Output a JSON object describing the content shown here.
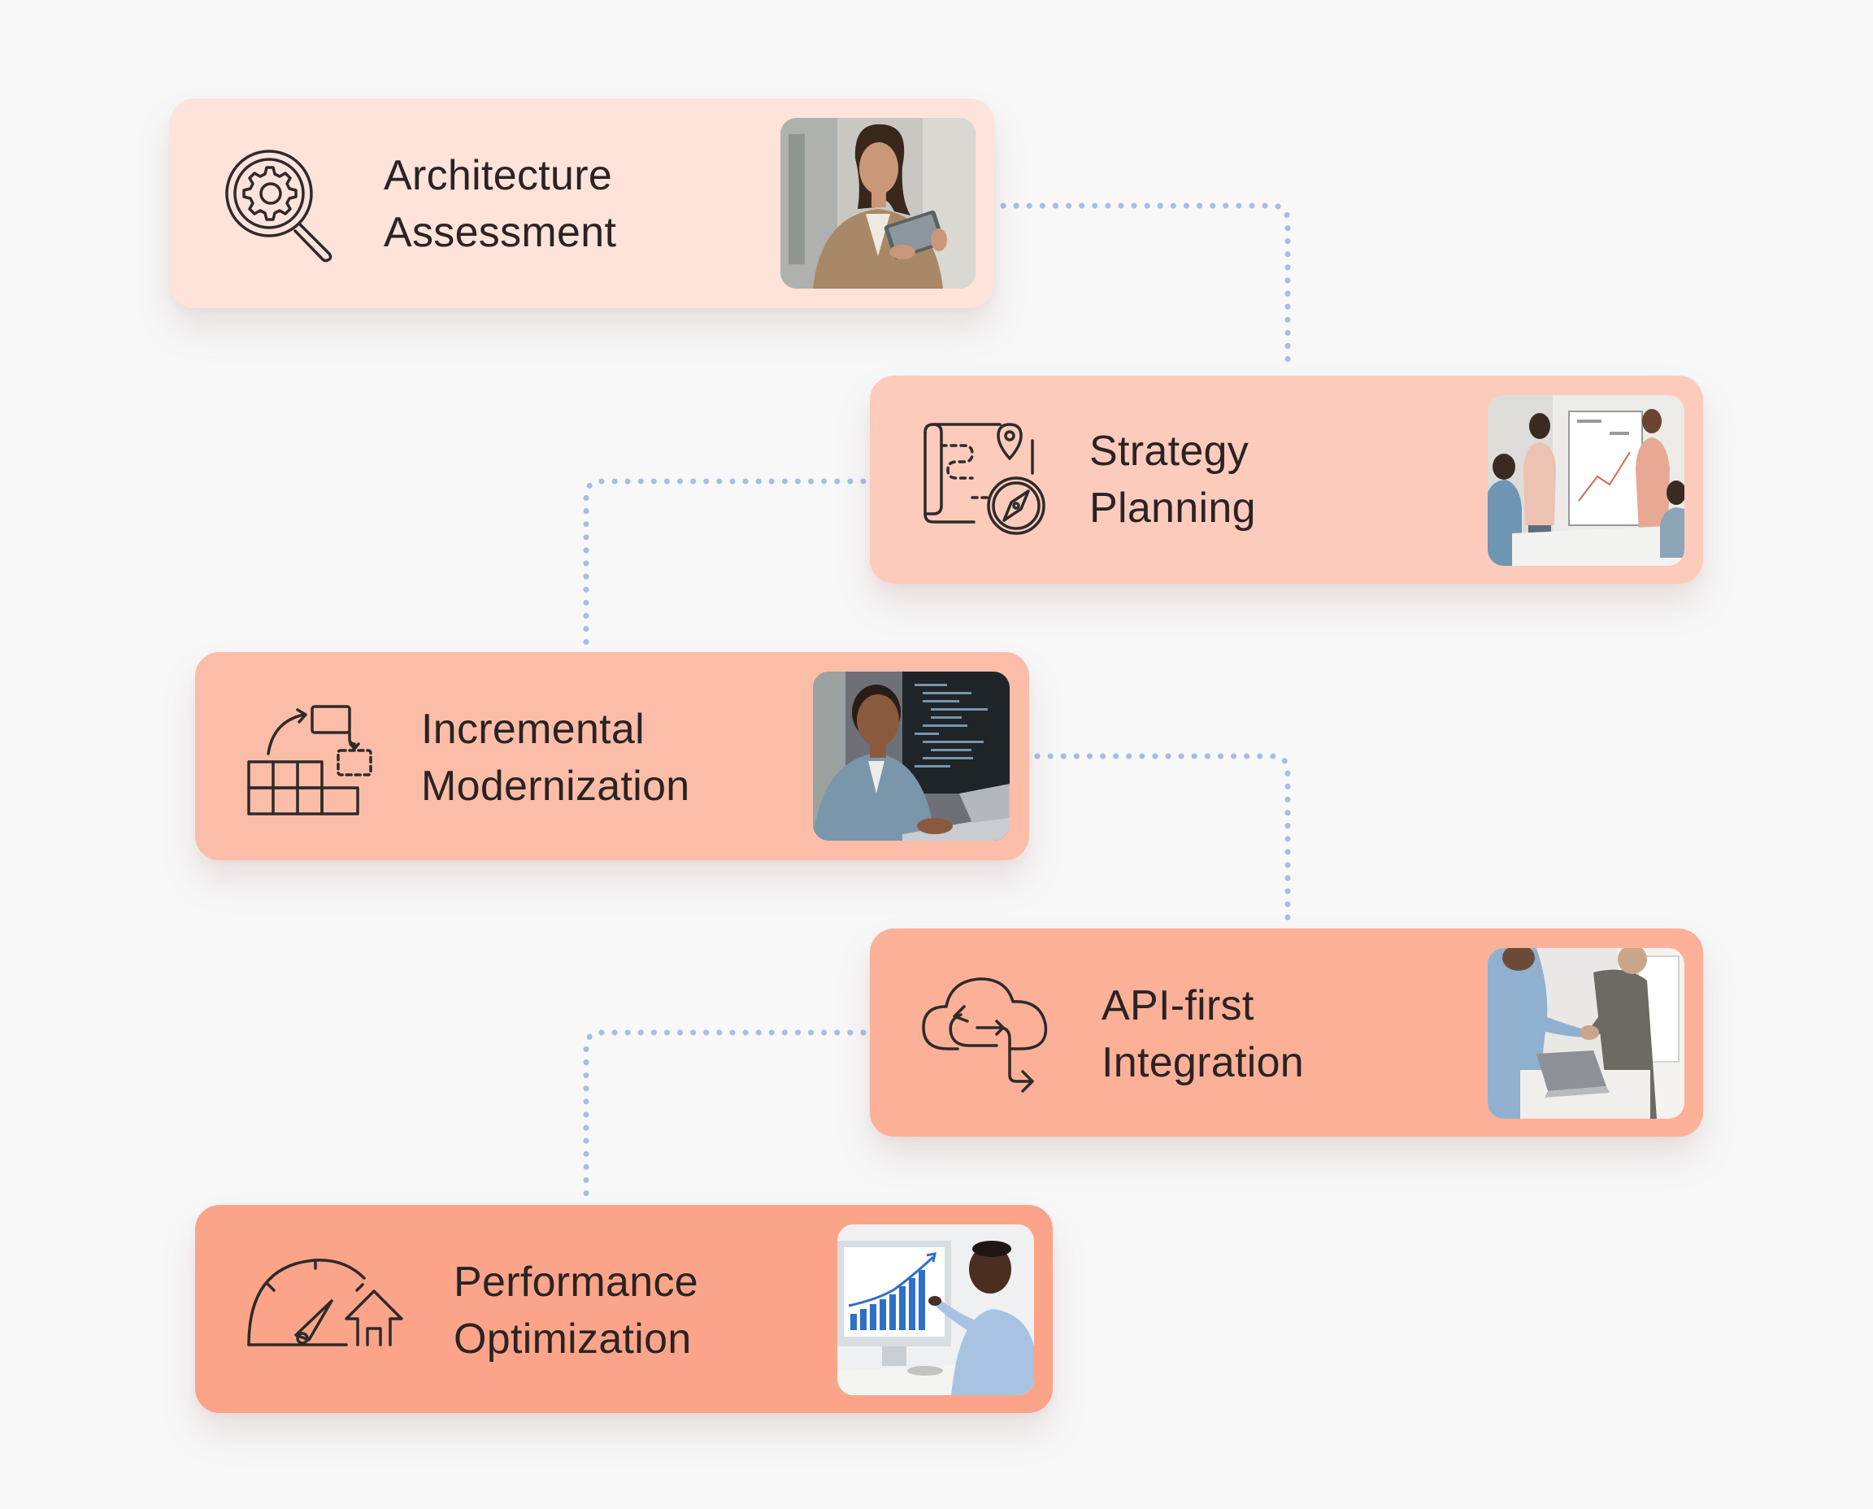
{
  "connector_color": "#a7bde6",
  "card_colors": [
    "#fde3da",
    "#fccbbb",
    "#fcbda8",
    "#fcb098",
    "#fca489"
  ],
  "steps": [
    {
      "title_line1": "Architecture",
      "title_line2": "Assessment",
      "icon": "magnifier-gear-icon",
      "photo": "woman-with-tablet-photo"
    },
    {
      "title_line1": "Strategy",
      "title_line2": "Planning",
      "icon": "map-compass-icon",
      "photo": "team-whiteboard-meeting-photo"
    },
    {
      "title_line1": "Incremental",
      "title_line2": "Modernization",
      "icon": "building-blocks-icon",
      "photo": "developer-at-laptop-photo"
    },
    {
      "title_line1": "API-first",
      "title_line2": "Integration",
      "icon": "cloud-sync-icon",
      "photo": "handshake-photo"
    },
    {
      "title_line1": "Performance",
      "title_line2": "Optimization",
      "icon": "speedometer-arrow-icon",
      "photo": "man-pointing-at-chart-photo"
    }
  ]
}
